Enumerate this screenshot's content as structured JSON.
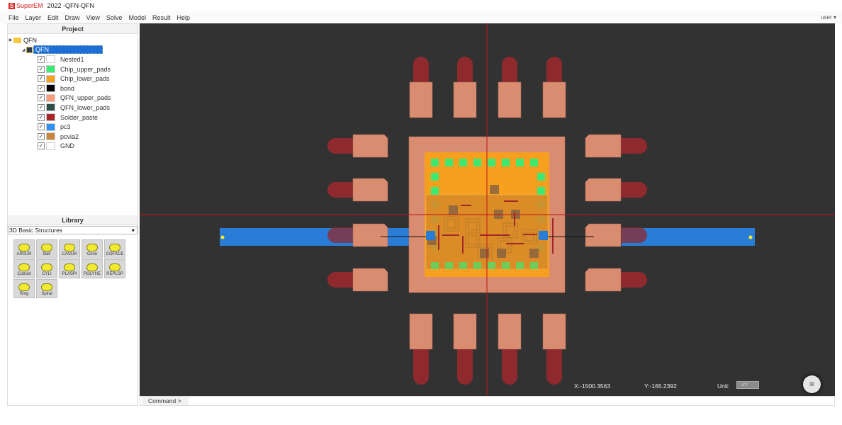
{
  "app": {
    "logo_letter": "S",
    "brand": "SuperEM",
    "title": "2022 -QFN-QFN"
  },
  "menu": [
    "File",
    "Layer",
    "Edit",
    "Draw",
    "View",
    "Solve",
    "Model",
    "Result",
    "Help"
  ],
  "user_menu": "user ▾",
  "project": {
    "header": "Project",
    "root": "QFN",
    "model": "QFN",
    "layers": [
      {
        "name": "Nested1",
        "color": "#ffffff",
        "checked": true
      },
      {
        "name": "Chip_upper_pads",
        "color": "#3de870",
        "checked": true
      },
      {
        "name": "Chip_lower_pads",
        "color": "#f7a020",
        "checked": true
      },
      {
        "name": "bond",
        "color": "#000000",
        "checked": true
      },
      {
        "name": "QFN_upper_pads",
        "color": "#f99a7a",
        "checked": true
      },
      {
        "name": "QFN_lower_pads",
        "color": "#2d4f47",
        "checked": true
      },
      {
        "name": "Solder_paste",
        "color": "#a8262a",
        "checked": true
      },
      {
        "name": "pc3",
        "color": "#2f8ff2",
        "checked": true
      },
      {
        "name": "pcvia2",
        "color": "#c8873e",
        "checked": true
      },
      {
        "name": "GND",
        "color": "#ffffff",
        "checked": true
      }
    ]
  },
  "library": {
    "header": "Library",
    "selected": "3D Basic Structures",
    "items": [
      "ARSUR",
      "Ball",
      "CASUR",
      "Cone",
      "COFACE",
      "Cuboid",
      "CYLI",
      "PLASPI",
      "POLYHE",
      "REPLSP",
      "Ring",
      "Spiral"
    ]
  },
  "canvas": {
    "x_readout": "X:-1500.3563",
    "y_readout": "Y:-165.2392",
    "unit_label": "Unit:",
    "unit_value": "um",
    "menu_icon": "≡"
  },
  "command": {
    "label": "Command >",
    "value": ""
  }
}
